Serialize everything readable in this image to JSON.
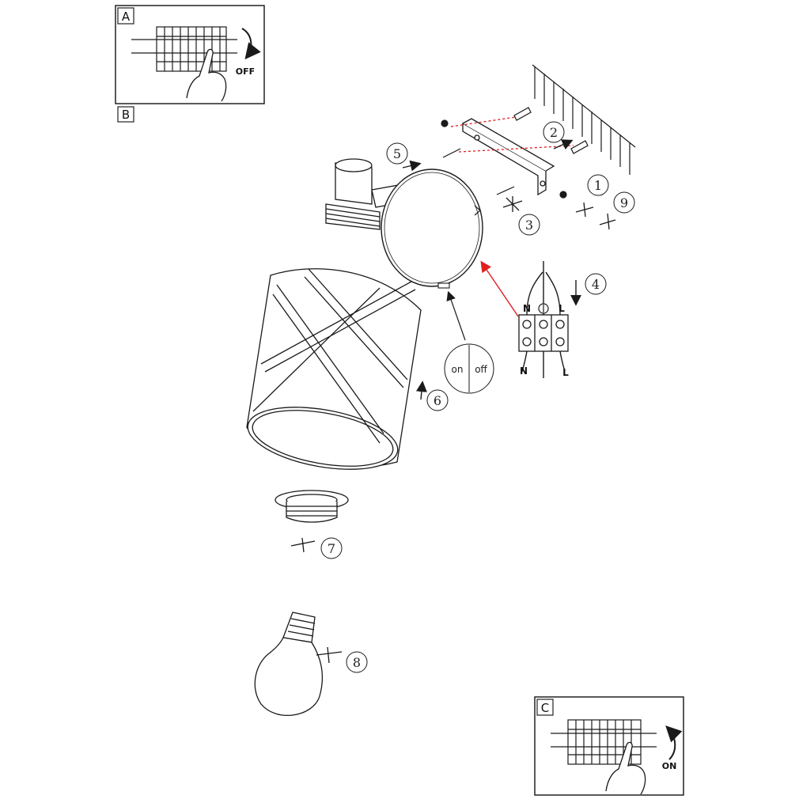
{
  "panels": {
    "a": {
      "letter": "A",
      "action": "OFF"
    },
    "b": {
      "letter": "B"
    },
    "c": {
      "letter": "C",
      "action": "ON"
    }
  },
  "steps": [
    "1",
    "2",
    "3",
    "4",
    "5",
    "6",
    "7",
    "8",
    "9"
  ],
  "wiring": {
    "neutral": "N",
    "live": "L"
  },
  "switch": {
    "on": "on",
    "off": "off"
  },
  "colors": {
    "ink": "#1a1a1a",
    "arrow_red": "#e02020",
    "panel_border": "#222222"
  }
}
